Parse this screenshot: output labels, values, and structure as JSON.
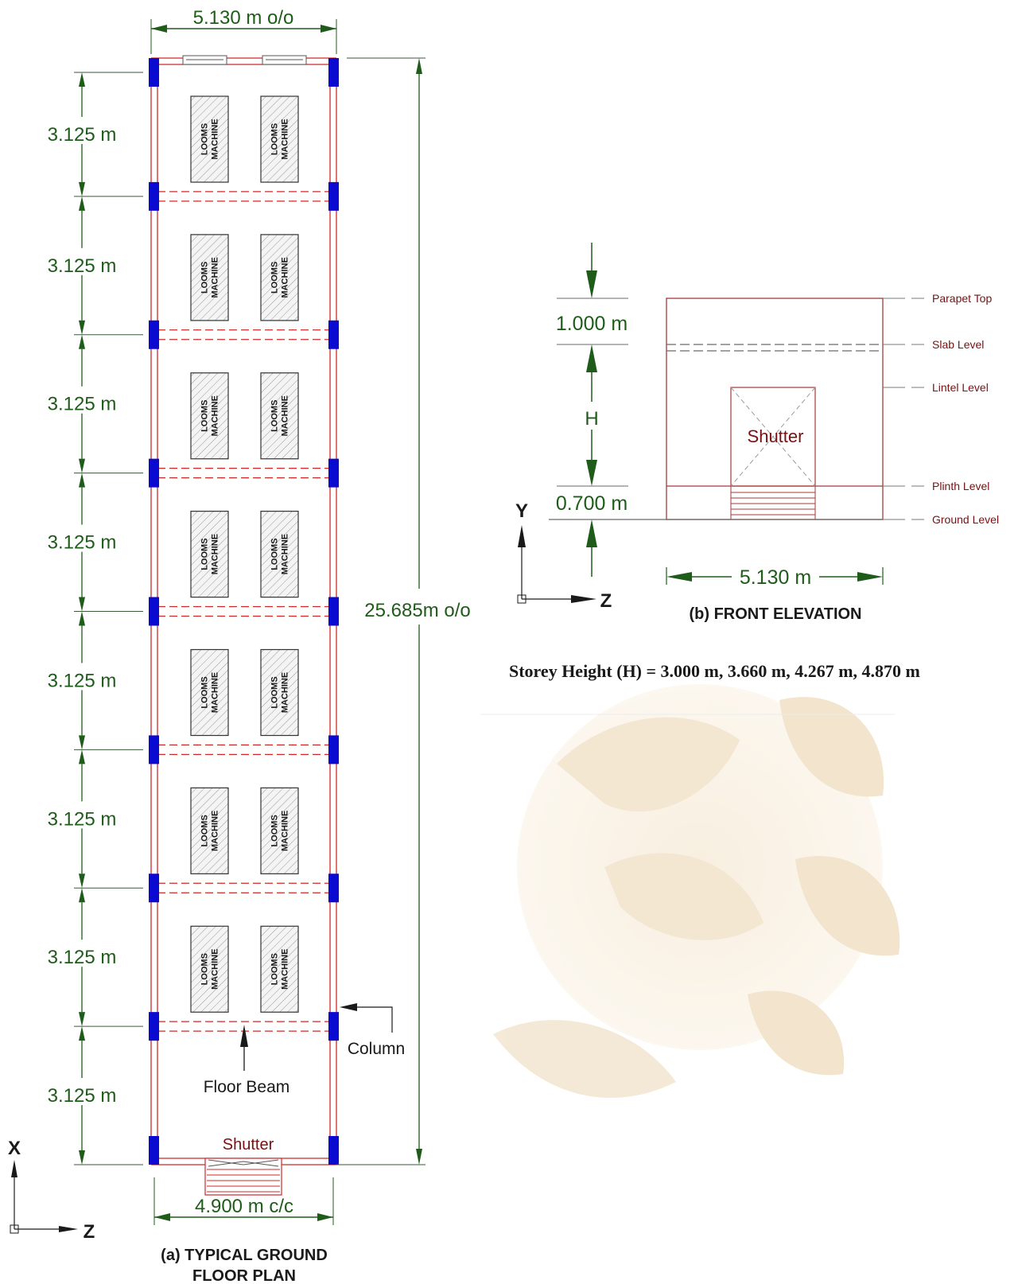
{
  "plan": {
    "top_width": "5.130 m o/o",
    "bay_label": "3.125 m",
    "bay_count": 8,
    "total_length": "25.685m o/o",
    "bottom_width": "4.900 m c/c",
    "machine_line1": "LOOMS",
    "machine_line2": "MACHINE",
    "column_label": "Column",
    "beam_label": "Floor Beam",
    "shutter_label": "Shutter",
    "caption_line1": "(a) TYPICAL GROUND",
    "caption_line2": "FLOOR PLAN",
    "axis_x": "X",
    "axis_z": "Z"
  },
  "elevation": {
    "top_dim": "1.000 m",
    "h_dim": "H",
    "bottom_dim": "0.700 m",
    "width_dim": "5.130 m",
    "shutter_label": "Shutter",
    "levels": [
      "Parapet Top",
      "Slab Level",
      "Lintel Level",
      "Plinth Level",
      "Ground Level"
    ],
    "caption": "(b) FRONT ELEVATION",
    "axis_y": "Y",
    "axis_z": "Z"
  },
  "note": "Storey Height (H) = 3.000 m, 3.660 m, 4.267 m, 4.870 m",
  "colors": {
    "wall": "#cc2a2a",
    "column": "#0a0ad0",
    "dimension": "#1f5c1a",
    "elevation_line": "#a33a3a"
  }
}
